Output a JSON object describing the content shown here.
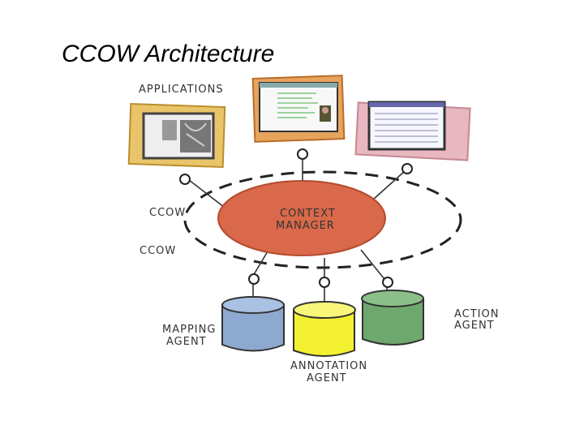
{
  "title": "CCOW Architecture",
  "labels": {
    "applications": "APPLICATIONS",
    "ccow_top": "CCOW",
    "ccow_bottom": "CCOW",
    "context_manager_line1": "CONTEXT",
    "context_manager_line2": "MANAGER",
    "mapping_line1": "MAPPING",
    "mapping_line2": "AGENT",
    "annotation_line1": "ANNOTATION",
    "annotation_line2": "AGENT",
    "action_line1": "ACTION",
    "action_line2": "AGENT"
  },
  "colors": {
    "context_manager": "#d9694a",
    "mapping_agent": "#8ea9cf",
    "annotation_agent": "#f3f031",
    "action_agent": "#6fa86e",
    "app_left": "#e9c46a",
    "app_center": "#e8a35c",
    "app_right": "#e9b7c0"
  }
}
